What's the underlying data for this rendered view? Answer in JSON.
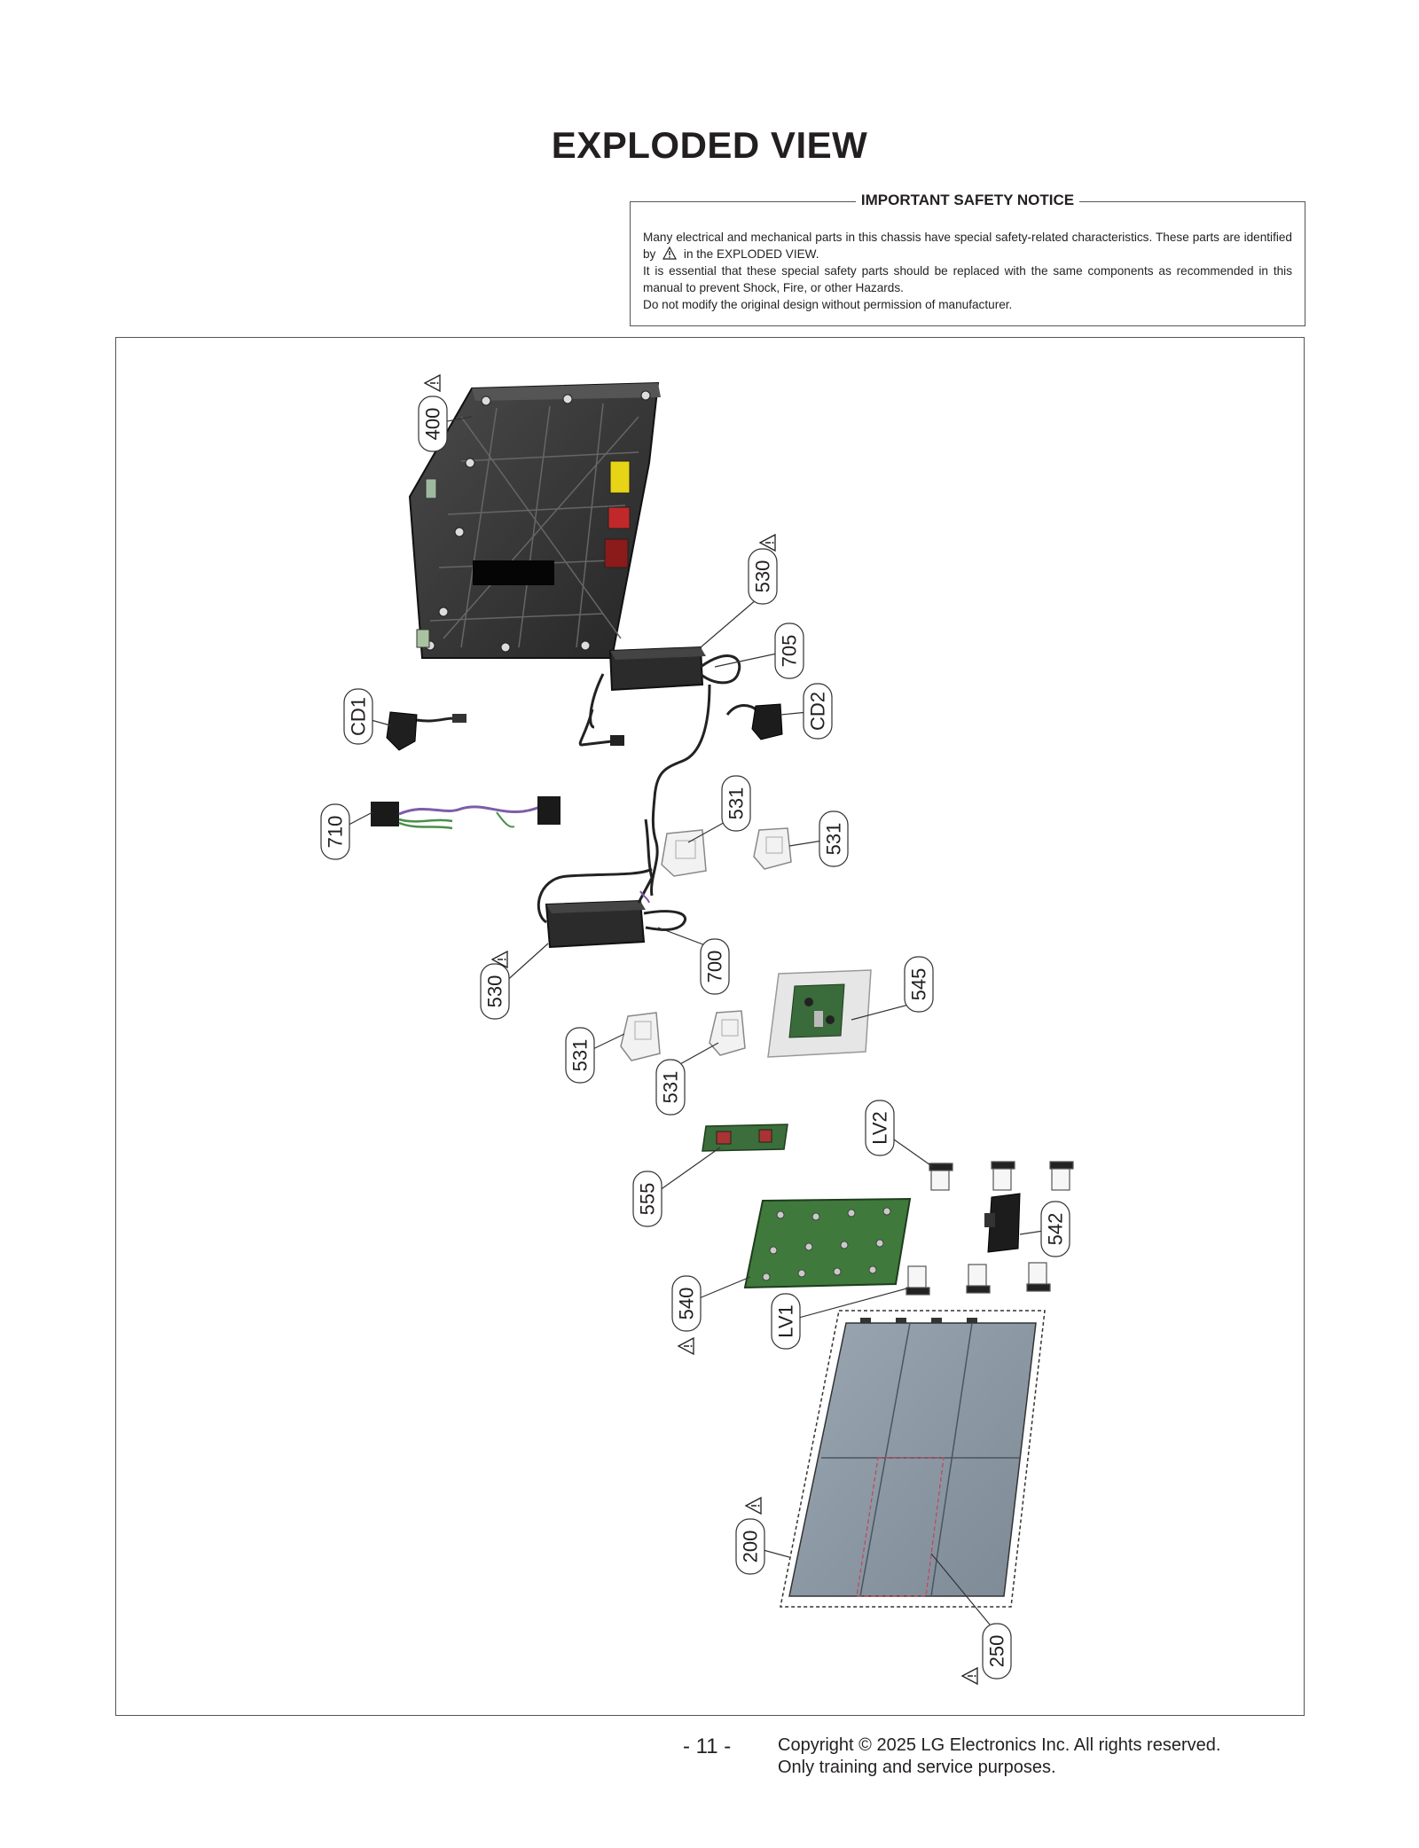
{
  "page": {
    "title": "EXPLODED VIEW",
    "page_number": "- 11 -",
    "copyright_line1": "Copyright © 2025 LG Electronics Inc. All rights reserved.",
    "copyright_line2": "Only training and service purposes."
  },
  "notice": {
    "heading": "IMPORTANT SAFETY NOTICE",
    "line1a": "Many electrical and mechanical parts in this chassis have special safety-related characteristics. These parts are identified by",
    "line1b": "in the EXPLODED VIEW.",
    "line2": "It is essential that these special safety parts should be replaced with the same components as recommended in this manual to prevent Shock, Fire, or other Hazards.",
    "line3": "Do not modify the original design without permission of manufacturer."
  },
  "parts": [
    {
      "label": "400",
      "safety": true
    },
    {
      "label": "530",
      "safety": true
    },
    {
      "label": "705",
      "safety": false
    },
    {
      "label": "CD1",
      "safety": false
    },
    {
      "label": "CD2",
      "safety": false
    },
    {
      "label": "710",
      "safety": false
    },
    {
      "label": "531",
      "safety": false
    },
    {
      "label": "531",
      "safety": false
    },
    {
      "label": "530",
      "safety": true
    },
    {
      "label": "700",
      "safety": false
    },
    {
      "label": "545",
      "safety": false
    },
    {
      "label": "531",
      "safety": false
    },
    {
      "label": "531",
      "safety": false
    },
    {
      "label": "LV2",
      "safety": false
    },
    {
      "label": "555",
      "safety": false
    },
    {
      "label": "542",
      "safety": false
    },
    {
      "label": "540",
      "safety": true
    },
    {
      "label": "LV1",
      "safety": false
    },
    {
      "label": "200",
      "safety": true
    },
    {
      "label": "250",
      "safety": true
    }
  ]
}
